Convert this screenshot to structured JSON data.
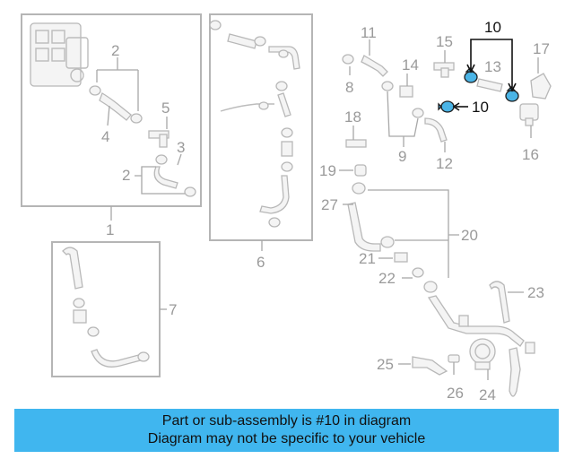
{
  "callouts": {
    "c1": "1",
    "c2a": "2",
    "c2b": "2",
    "c3": "3",
    "c4": "4",
    "c5": "5",
    "c6": "6",
    "c7": "7",
    "c8": "8",
    "c9": "9",
    "c10a": "10",
    "c10b": "10",
    "c11": "11",
    "c12": "12",
    "c13": "13",
    "c14": "14",
    "c15": "15",
    "c16": "16",
    "c17": "17",
    "c18": "18",
    "c19": "19",
    "c20": "20",
    "c21": "21",
    "c22": "22",
    "c23": "23",
    "c24": "24",
    "c25": "25",
    "c26": "26",
    "c27": "27"
  },
  "highlight": {
    "part_number": "10",
    "color": "#4ab4e6"
  },
  "banner": {
    "line1": "Part or sub-assembly is #10 in diagram",
    "line2": "Diagram may not be specific to your vehicle",
    "color": "#40b6ef"
  }
}
